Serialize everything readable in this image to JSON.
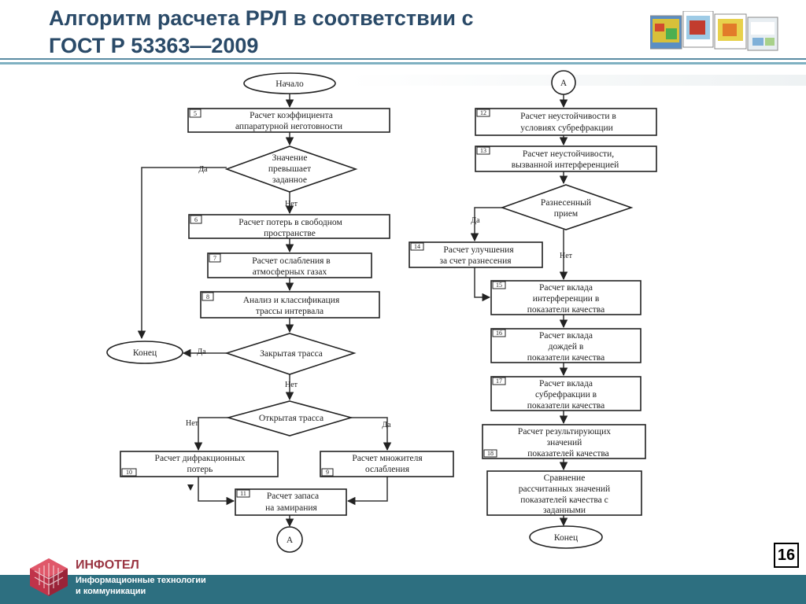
{
  "slide": {
    "title_line1": "Алгоритм расчета РРЛ в соответствии с",
    "title_line2": "ГОСТ Р 53363—2009",
    "page_number": "16"
  },
  "footer": {
    "brand": "ИНФОТЕЛ",
    "sub1": "Информационные технологии",
    "sub2": "и коммуникации"
  },
  "colors": {
    "title": "#2a4a68",
    "footer_band": "#2d6f80",
    "brand": "#9a3542",
    "header_rule": "#5b8ca3"
  },
  "flow": {
    "start": "Начало",
    "b5_num": "5",
    "b5_l1": "Расчет коэффициента",
    "b5_l2": "аппаратурной неготовности",
    "d1_l1": "Значение",
    "d1_l2": "превышает",
    "d1_l3": "заданное",
    "d1_yes": "Да",
    "d1_no": "Нет",
    "b6_num": "6",
    "b6_l1": "Расчет потерь в свободном",
    "b6_l2": "пространстве",
    "b7_num": "7",
    "b7_l1": "Расчет ослабления в",
    "b7_l2": "атмосферных газах",
    "b8_num": "8",
    "b8_l1": "Анализ и классификация",
    "b8_l2": "трассы интервала",
    "end_left": "Конец",
    "d2": "Закрытая трасса",
    "d2_yes": "Да",
    "d2_no": "Нет",
    "d3": "Открытая трасса",
    "d3_no": "Нет",
    "d3_yes": "Да",
    "b10_num": "10",
    "b10_l1": "Расчет дифракционных",
    "b10_l2": "потерь",
    "b9_num": "9",
    "b9_l1": "Расчет множителя",
    "b9_l2": "ослабления",
    "b11_num": "11",
    "b11_l1": "Расчет запаса",
    "b11_l2": "на замирания",
    "conn_a_bottom": "А",
    "conn_a_top": "А",
    "b12_num": "12",
    "b12_l1": "Расчет неустойчивости в",
    "b12_l2": "условиях субрефракции",
    "b13_num": "13",
    "b13_l1": "Расчет неустойчивости,",
    "b13_l2": "вызванной интерференцией",
    "d4_l1": "Разнесенный",
    "d4_l2": "прием",
    "d4_yes": "Да",
    "d4_no": "Нет",
    "b14_num": "14",
    "b14_l1": "Расчет улучшения",
    "b14_l2": "за счет разнесения",
    "b15_num": "15",
    "b15_l1": "Расчет вклада",
    "b15_l2": "интерференции в",
    "b15_l3": "показатели качества",
    "b16_num": "16",
    "b16_l1": "Расчет вклада",
    "b16_l2": "дождей в",
    "b16_l3": "показатели качества",
    "b17_num": "17",
    "b17_l1": "Расчет вклада",
    "b17_l2": "субрефракции в",
    "b17_l3": "показатели качества",
    "b18_num": "18",
    "b18_l1": "Расчет результирующих",
    "b18_l2": "значений",
    "b18_l3": "показателей качества",
    "b19_l1": "Сравнение",
    "b19_l2": "рассчитанных значений",
    "b19_l3": "показателей качества с",
    "b19_l4": "заданными",
    "end_right": "Конец"
  }
}
